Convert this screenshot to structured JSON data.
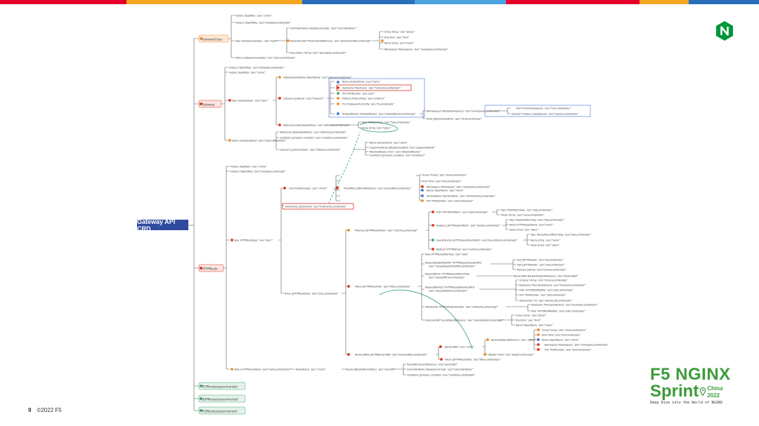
{
  "colors": {
    "topbar": [
      "#e4002b",
      "#f5a623",
      "#2a6ebb",
      "#4aa3df",
      "#e4002b",
      "#f5a623",
      "#2a6ebb"
    ],
    "node_orange": "#f08a24",
    "node_red": "#e0301e",
    "node_green": "#3aa36a",
    "node_blue": "#3a6fd8",
    "highlight_red": "#e0301e",
    "highlight_blue": "#3a6fd8",
    "link_green": "#2e9b6a",
    "root": "#2f4b9e",
    "brand_green": "#3d9b3a"
  },
  "root": {
    "label": "Gateway API CRD"
  },
  "branches": {
    "gatewayclass": "GatewayClass",
    "gateway": "Gateway",
    "httproute": "HTTPRoute",
    "tcp": "TCPRoute(experimental)",
    "udp": "UDPRoute(experimental)",
    "tls": "TLSRoute(experimental)"
  },
  "gatewayclass": {
    "typemeta": "metav1.TypeMeta  `json:\",inline\"`",
    "objectmeta": "metav1.ObjectMeta  `json:\"metadata,omitempty\"`",
    "spec": "Spec GatewayClassSpec  `json:\"spec\"`",
    "controller": "ControllerName GatewayController  `json:\"controllerName\"`",
    "params": "ParametersRef *ParametersReference  `json:\"parametersRef,omitempty\"`",
    "description": "Description *string  `json:\"description,omitempty\"`",
    "p_group": "Group Group  `json:\"group\"`",
    "p_kind": "Kind Kind  `json:\"kind\"`",
    "p_name": "Name string  `json:\"name\"`",
    "p_ns": "Namespace *Namespace  `json:\"namespace,omitempty\"`",
    "status": "Status GatewayClassStatus  `json:\"status,omitempty\"`"
  },
  "gateway": {
    "objectmeta": "metav1.ObjectMeta  `json:\"metadata,omitempty\"`",
    "typemeta": "metav1.TypeMeta  `json:\",inline\"`",
    "spec": "Spec GatewaySpec  `json:\"spec\"`",
    "classname": "GatewayClassName ObjectName  `json:\"gatewayClassName\"`",
    "listeners": "Listeners []Listener  `json:\"listeners\"`",
    "l_name": "Name SectionName  `json:\"name\"`",
    "l_hostname": "Hostname *Hostname  `json:\"hostname,omitempty\"`",
    "l_port": "Port PortNumber  `json:\"port\"`",
    "l_protocol": "Protocol ProtocolType  `json:\"protocol\"`",
    "l_tls": "TLS *GatewayTLSConfig  `json:\"tls,omitempty\"`",
    "l_allowed": "AllowedRoutes *AllowedRoutes  `json:\"allowedRoutes,omitempty\"`",
    "ar_ns": "Namespaces *RouteNamespaces  `json:\"namespaces,omitempty\"`",
    "ar_kinds": "Kinds []RouteGroupKind  `json:\"kinds,omitempty\"`",
    "ns_from": "From *FromNamespaces  `json:\"from,omitempty\"`",
    "ns_selector": "Selector *metav1.LabelSelector  `json:\"selector,omitempty\"`",
    "addresses": "Addresses []GatewayAddress  `json:\"addresses,omitempty\"`",
    "a_type": "Type *AddressType  `json:\"type,omitempty\"`",
    "a_value": "Value string  `json:\"value\"`",
    "status": "Status GatewayStatus  `json:\"status,omitempty\"`",
    "s_addresses": "Addresses []GatewayAddress  `json:\"addresses,omitempty\"`",
    "s_conditions": "Conditions []metav1.Condition  `json:\"conditions,omitempty\"`",
    "s_listeners": "Listeners []ListenerStatus  `json:\"listeners,omitempty\"`",
    "ls_name": "Name SectionName  `json:\"name\"`",
    "ls_kinds": "SupportedKinds []RouteGroupKind  `json:\"supportedKinds\"`",
    "ls_attached": "AttachedRoutes int32  `json:\"attachedRoutes\"`",
    "ls_conditions": "Conditions []metav1.Condition  `json:\"conditions\"`"
  },
  "httproute": {
    "typemeta": "metav1.TypeMeta  `json:\",inline\"`",
    "objectmeta": "metav1.ObjectMeta  `json:\"metadata,omitempty\"`",
    "spec": "Spec HTTPRouteSpec  `json:\"spec\"`",
    "common": "CommonRouteSpec  `json:\",inline\"`",
    "parentrefs": "ParentRefs []ParentReference  `json:\"parentRefs,omitempty\"`",
    "pr_group": "Group *Group  `json:\"group,omitempty\"`",
    "pr_kind": "Kind *Kind  `json:\"kind,omitempty\"`",
    "pr_ns": "Namespace *Namespace  `json:\"namespace,omitempty\"`",
    "pr_name": "Name ObjectName  `json:\"name\"`",
    "pr_section": "SectionName *SectionName  `json:\"sectionName,omitempty\"`",
    "pr_port": "Port *PortNumber  `json:\"port,omitempty\"`",
    "hostnames": "Hostnames []Hostname  `json:\"hostnames,omitempty\"`",
    "rules": "Rules []HTTPRouteRule  `json:\"rules,omitempty\"`",
    "matches": "Matches []HTTPRouteMatch  `json:\"matches,omitempty\"`",
    "m_path": "Path *HTTPPathMatch  `json:\"path,omitempty\"`",
    "pm_type": "Type *PathMatchType  `json:\"type,omitempty\"`",
    "pm_value": "Value *string  `json:\"value,omitempty\"`",
    "m_headers": "Headers []HTTPHeaderMatch  `json:\"headers,omitempty\"`",
    "hm_type": "Type *HeaderMatchType  `json:\"type,omitempty\"`",
    "hm_name": "Name HTTPHeaderName  `json:\"name\"`",
    "hm_value": "Value string  `json:\"value\"`",
    "m_query": "QueryParams []HTTPQueryParamMatch  `json:\"queryParams,omitempty\"`",
    "qm_type": "Type *QueryParamMatchType  `json:\"type,omitempty\"`",
    "qm_name": "Name string  `json:\"name\"`",
    "qm_value": "Value string  `json:\"value\"`",
    "m_method": "Method *HTTPMethod  `json:\"method,omitempty\"`",
    "filters": "Filters []HTTPRouteFilter  `json:\"filters,omitempty\"`",
    "f_type": "Type HTTPRouteFilterType  `json:\"type\"`",
    "f_reqhdr1": "RequestHeaderModifier *HTTPRequestHeaderFilter",
    "f_reqhdr2": "`json:\"requestHeaderModifier,omitempty\"`",
    "rh_set": "Set []HTTPHeader  `json:\"set,omitempty\"`",
    "rh_add": "Add []HTTPHeader  `json:\"add,omitempty\"`",
    "rh_remove": "Remove []string  `json:\"remove,omitempty\"`",
    "f_mirror1": "RequestMirror *HTTPRequestMirrorFilter",
    "f_mirror2": "`json:\"requestMirror,omitempty\"`",
    "mir_backend": "BackendRef BackendObjectReference  `json:\"backendRef\"`",
    "f_redirect1": "RequestRedirect *HTTPRequestRedirectFilter",
    "f_redirect2": "`json:\"requestRedirect,omitempty\"`",
    "rr_scheme": "Scheme *string  `json:\"scheme,omitempty\"`",
    "rr_hostname": "Hostname *PreciseHostname  `json:\"hostname,omitempty\"`",
    "rr_path": "Path *HTTPPathModifier  `json:\"path,omitempty\"`",
    "rr_port": "Port *PortNumber  `json:\"port,omitempty\"`",
    "rr_status": "StatusCode *int  `json:\"statusCode,omitempty\"`",
    "f_rewrite": "URLRewrite *HTTPURLRewriteFilter  `json:\"urlRewrite,omitempty\"`",
    "uw_hostname": "Hostname *PreciseHostname  `json:\"hostname,omitempty\"`",
    "uw_path": "Path *HTTPPathModifier  `json:\"path,omitempty\"`",
    "f_ext": "ExtensionRef *LocalObjectReference  `json:\"extensionRef,omitempty\"`",
    "ext_group": "Group Group  `json:\"group\"`",
    "ext_kind": "Kind Kind  `json:\"kind\"`",
    "ext_name": "Name ObjectName  `json:\"name\"`",
    "backendrefs": "BackendRefs []HTTPBackendRef  `json:\"backendRefs,omitempty\"`",
    "br_ref": "BackendRef  `json:\",inline\"`",
    "bor": "BackendObjectReference  `json:\",inline\"`",
    "bor_group": "Group *Group  `json:\"group,omitempty\"`",
    "bor_kind": "Kind *Kind  `json:\"kind,omitempty\"`",
    "bor_name": "Name ObjectName  `json:\"name\"`",
    "bor_ns": "Namespace *Namespace  `json:\"namespace,omitempty\"`",
    "bor_port": "Port *PortNumber  `json:\"port,omitempty\"`",
    "br_weight": "Weight *int32  `json:\"weight,omitempty\"`",
    "br_filters": "Filters []HTTPRouteFilter  `json:\"filters,omitempty\"`",
    "status": "Status HTTPRouteStatus  `json:\"status,omitempty\"`",
    "routestatus": "RouteStatus  `json:\",inline\"`",
    "parents": "Parents []RouteParentStatus  `json:\"parents\"`",
    "ps_parentref": "ParentRef ParentReference  `json:\"parentRef\"`",
    "ps_controller": "ControllerName GatewayController  `json:\"controllerName\"`",
    "ps_conditions": "Conditions []metav1.Condition  `json:\"conditions,omitempty\"`"
  },
  "footer": {
    "page": "9",
    "copyright": "©2022 F5"
  },
  "brand": {
    "line1": "F5 NGINX",
    "line2": "Sprint",
    "city": "China",
    "year": "2022",
    "tagline": "Deep Dive into the World of NGINX"
  }
}
